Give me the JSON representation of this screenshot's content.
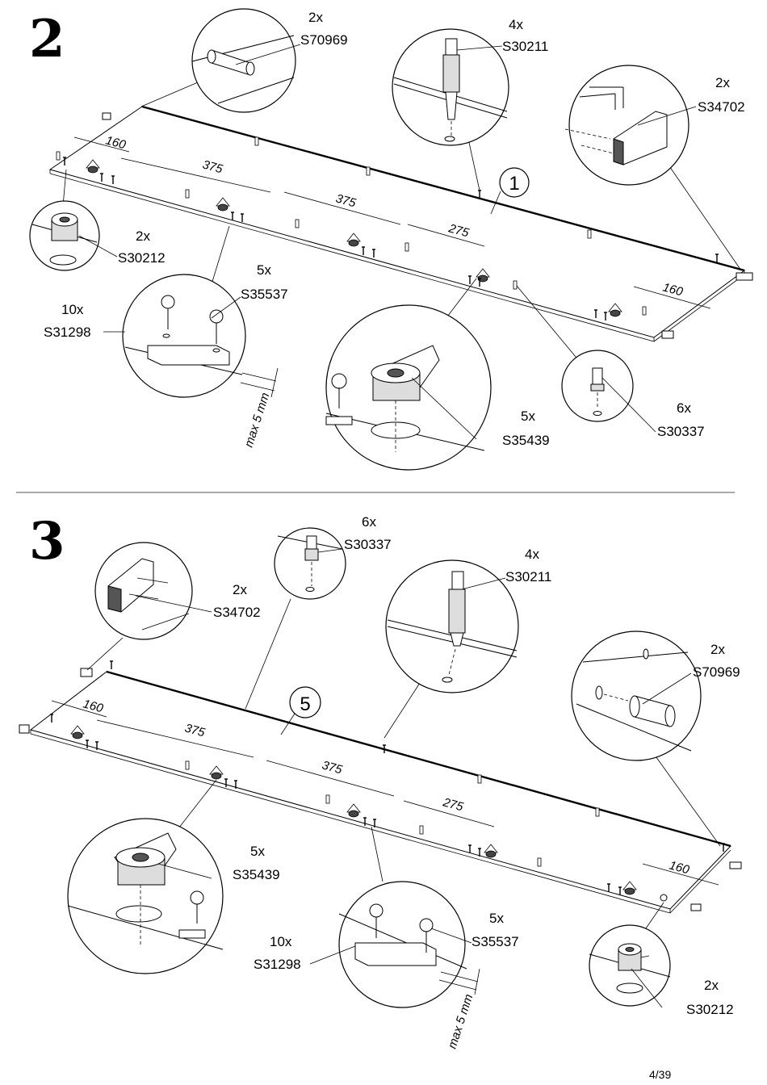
{
  "page_number": "4/39",
  "steps": [
    {
      "number": "2",
      "panel_number": "1",
      "dimensions": [
        "160",
        "375",
        "375",
        "275",
        "160"
      ],
      "max_label": "max 5 mm",
      "callouts": {
        "s70969": {
          "qty": "2x",
          "code": "S70969"
        },
        "s30211": {
          "qty": "4x",
          "code": "S30211"
        },
        "s34702": {
          "qty": "2x",
          "code": "S34702"
        },
        "s30212": {
          "qty": "2x",
          "code": "S30212"
        },
        "s35537": {
          "qty": "5x",
          "code": "S35537"
        },
        "s31298": {
          "qty": "10x",
          "code": "S31298"
        },
        "s35439": {
          "qty": "5x",
          "code": "S35439"
        },
        "s30337": {
          "qty": "6x",
          "code": "S30337"
        }
      }
    },
    {
      "number": "3",
      "panel_number": "5",
      "dimensions": [
        "160",
        "375",
        "375",
        "275",
        "160"
      ],
      "max_label": "max 5 mm",
      "callouts": {
        "s30337": {
          "qty": "6x",
          "code": "S30337"
        },
        "s30211": {
          "qty": "4x",
          "code": "S30211"
        },
        "s34702": {
          "qty": "2x",
          "code": "S34702"
        },
        "s70969": {
          "qty": "2x",
          "code": "S70969"
        },
        "s35439": {
          "qty": "5x",
          "code": "S35439"
        },
        "s35537": {
          "qty": "5x",
          "code": "S35537"
        },
        "s31298": {
          "qty": "10x",
          "code": "S31298"
        },
        "s30212": {
          "qty": "2x",
          "code": "S30212"
        }
      }
    }
  ]
}
